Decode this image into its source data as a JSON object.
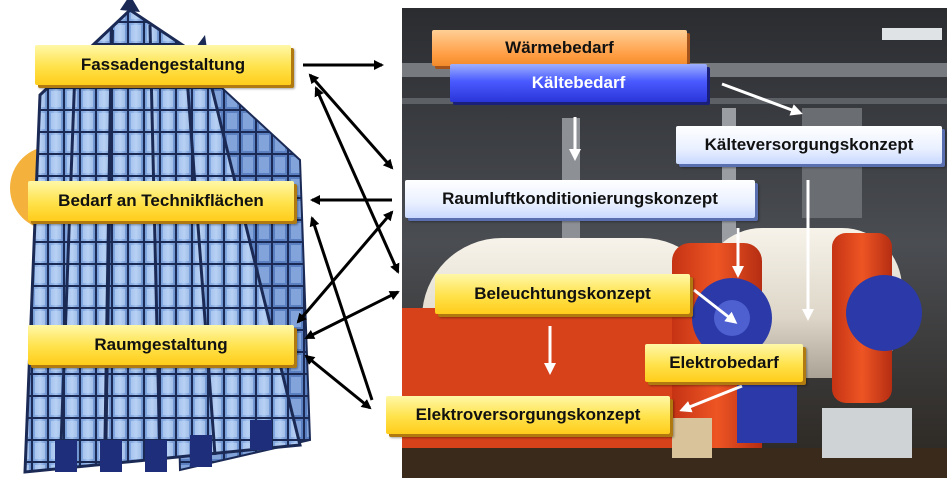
{
  "labels": {
    "fassadengestaltung": "Fassadengestaltung",
    "technikflaechen": "Bedarf an Technikflächen",
    "raumgestaltung": "Raumgestaltung",
    "waermebedarf": "Wärmebedarf",
    "kaeltebedarf": "Kältebedarf",
    "kaelteversorgung": "Kälteversorgungskonzept",
    "raumluft": "Raumluftkonditionierungskonzept",
    "beleuchtung": "Beleuchtungskonzept",
    "elektrobedarf": "Elektrobedarf",
    "elektroversorgung": "Elektroversorgungskonzept"
  },
  "colors": {
    "label_yellow": "#ffe24a",
    "label_blue": "#e9f0ff",
    "label_orange": "#ff9d42",
    "label_violet": "#4a5bff",
    "building_glass": "#8fb4e6",
    "boiler_red": "#e2491e",
    "boiler_cream": "#efeae0",
    "burner_blue": "#2b3aa8",
    "sun": "#f4b13c"
  },
  "icons": {
    "building": "skyscraper-illustration",
    "sun": "sun-icon",
    "photo": "boiler-room-photo"
  }
}
